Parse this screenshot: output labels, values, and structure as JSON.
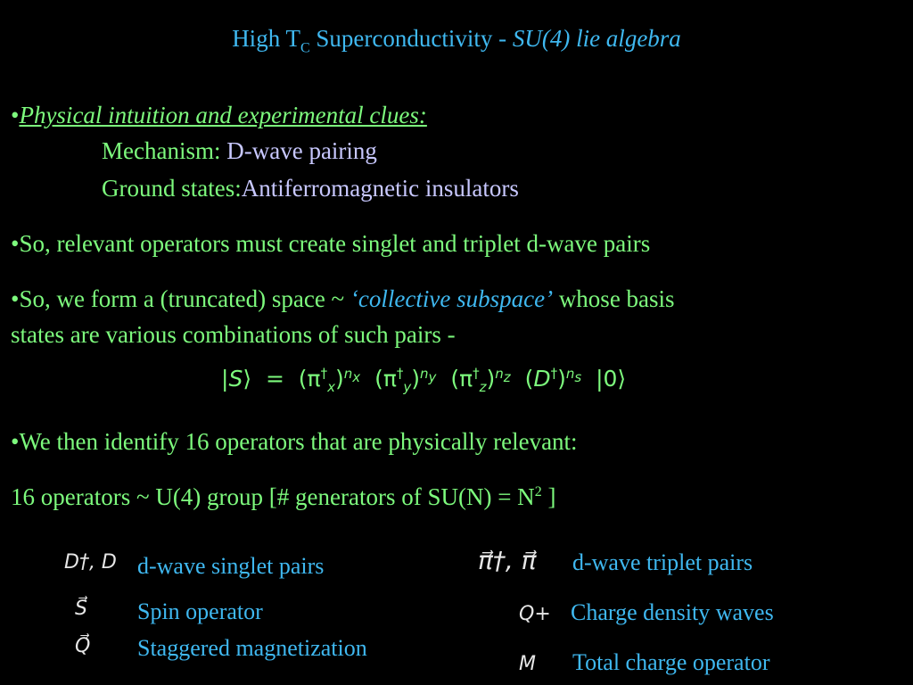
{
  "title": {
    "prefix": "High T",
    "subscript": "C",
    "middle": " Superconductivity - ",
    "italic": "SU(4) lie algebra"
  },
  "bullets": {
    "b1_mark": "•",
    "b1_heading": "Physical intuition and experimental clues:",
    "b1_line1_label": "Mechanism: ",
    "b1_line1_value": "D-wave pairing",
    "b1_line2_label": "Ground states:",
    "b1_line2_value": "Antiferromagnetic insulators",
    "b2": "•So, relevant operators must create singlet and triplet d-wave pairs",
    "b3_prefix": "•So, we form a (truncated) space ~ ",
    "b3_italic": "‘collective subspace’",
    "b3_suffix": " whose basis",
    "b3_line2": "states are various combinations of such pairs -",
    "b4": "•We then identify 16 operators that are physically relevant:",
    "line5_prefix": "16 operators ~ U(4) group [# generators of SU(N) = N",
    "line5_sup": "2",
    "line5_suffix": " ]"
  },
  "formula": {
    "text": "|S⟩ = (π†x)nx (π†y)ny (π†z)nz (D†)ns |0⟩"
  },
  "operators": {
    "left": [
      {
        "symbol": "D†, D",
        "label": "d-wave singlet pairs"
      },
      {
        "symbol": "S⃗",
        "label": "Spin operator"
      },
      {
        "symbol": "Q⃗",
        "label": "Staggered magnetization"
      }
    ],
    "right": [
      {
        "symbol": "π⃗†, π⃗",
        "label": "d-wave triplet pairs"
      },
      {
        "symbol": "Q+",
        "label": "Charge density waves"
      },
      {
        "symbol": "M",
        "label": "Total charge operator"
      }
    ]
  },
  "colors": {
    "background": "#000000",
    "title": "#3fb8f0",
    "text_green": "#7dfa7d",
    "text_lavender": "#c8c8ff",
    "accent_cyan": "#3fb8f0"
  }
}
